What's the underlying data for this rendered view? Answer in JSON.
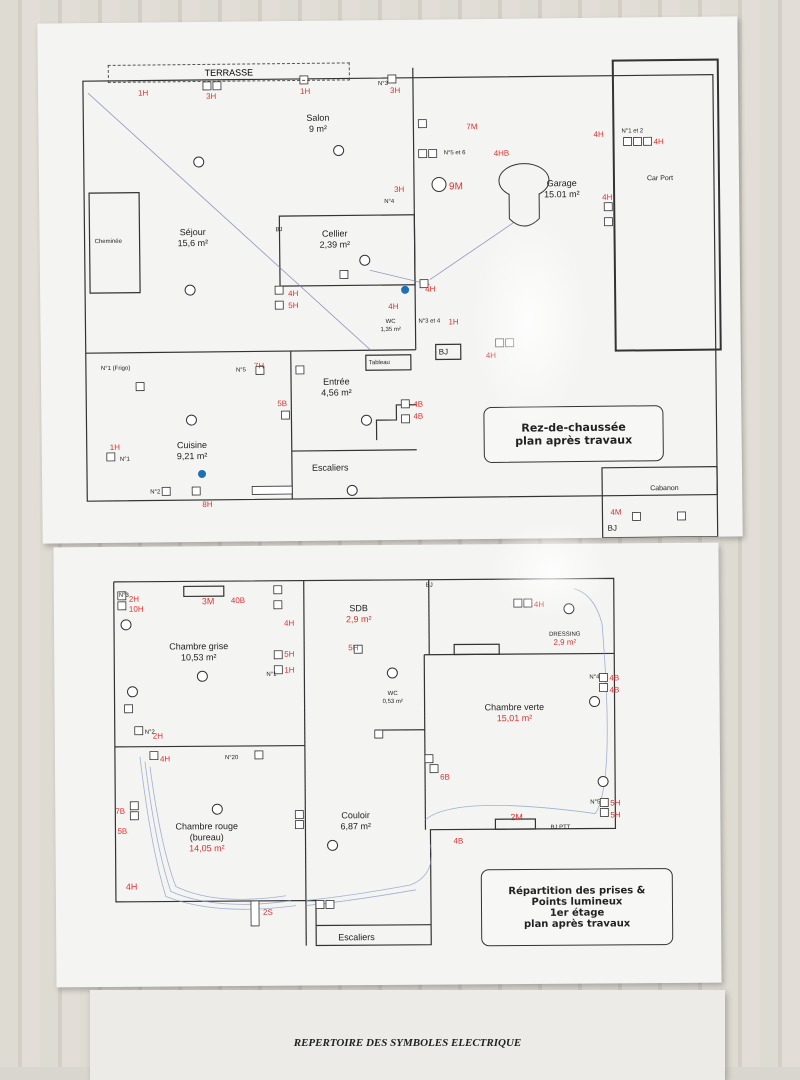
{
  "ground_floor": {
    "terrace": "TERRASSE",
    "rooms": [
      {
        "key": "salon",
        "name": "Salon",
        "area": "9 m²"
      },
      {
        "key": "sejour",
        "name": "Séjour",
        "area": "15,6 m²"
      },
      {
        "key": "cellier",
        "name": "Cellier",
        "area": "2,39 m²"
      },
      {
        "key": "garage",
        "name": "Garage",
        "area": "15.01 m²"
      },
      {
        "key": "carport",
        "name": "Car Port",
        "area": ""
      },
      {
        "key": "wc",
        "name": "WC",
        "area": "1,35 m²"
      },
      {
        "key": "entree",
        "name": "Entrée",
        "area": "4,56 m²"
      },
      {
        "key": "cuisine",
        "name": "Cuisine",
        "area": "9,21 m²"
      },
      {
        "key": "escaliers",
        "name": "Escaliers",
        "area": ""
      },
      {
        "key": "cabanon",
        "name": "Cabanon",
        "area": ""
      }
    ],
    "small_labels": {
      "cheminee": "Cheminée",
      "tableau": "Tableau",
      "bj1": "BJ",
      "bj2": "BJ",
      "bj3": "BJ",
      "n1_frigo": "N°1 (Frigo)",
      "n1": "N°1",
      "n2": "N°2",
      "n3": "N°3",
      "n4": "N°4",
      "n5": "N°5",
      "n1et2": "N°1 et 2",
      "n5et6": "N°5 et 6",
      "n3et4": "N°3 et 4"
    },
    "red_marks": [
      "3H",
      "1H",
      "1H",
      "3H",
      "7M",
      "4HB",
      "3H",
      "9M",
      "4H",
      "4H",
      "4H",
      "4H",
      "4H",
      "1H",
      "5H",
      "4H",
      "4H",
      "7H",
      "5B",
      "4B",
      "4B",
      "1H",
      "8H",
      "4M"
    ],
    "title_box": [
      "Rez-de-chaussée",
      "plan après travaux"
    ]
  },
  "first_floor": {
    "rooms": [
      {
        "key": "chambre_grise",
        "name": "Chambre grise",
        "area": "10,53 m²"
      },
      {
        "key": "sdb",
        "name": "SDB",
        "area": "2,9 m²"
      },
      {
        "key": "dressing",
        "name": "DRESSING",
        "area": "2,9 m²"
      },
      {
        "key": "wc2",
        "name": "WC",
        "area": "0,53 m²"
      },
      {
        "key": "chambre_verte",
        "name": "Chambre verte",
        "area": "15,01 m²"
      },
      {
        "key": "chambre_rouge",
        "name": "Chambre rouge",
        "area": "(bureau)"
      },
      {
        "key": "chambre_rouge_area",
        "name": "",
        "area": "14,05 m²"
      },
      {
        "key": "couloir",
        "name": "Couloir",
        "area": "6,87 m²"
      },
      {
        "key": "escaliers2",
        "name": "Escaliers",
        "area": ""
      }
    ],
    "small_labels": {
      "bj1": "BJ",
      "bj2": "BJ PTT",
      "n1": "N°1",
      "n2": "N°2",
      "n3": "N°3",
      "n4": "N°4",
      "n5": "N°5",
      "n20": "N°20"
    },
    "red_marks": [
      "2H",
      "10H",
      "3M",
      "40B",
      "4H",
      "5H",
      "5H",
      "1H",
      "4H",
      "2H",
      "4B",
      "4B",
      "5H",
      "5H",
      "6B",
      "2M",
      "4H",
      "4B",
      "4H",
      "2S",
      "7B",
      "5B"
    ],
    "title_box": [
      "Répartition des prises &",
      "Points lumineux",
      "1er étage",
      "plan après travaux"
    ]
  },
  "footer": {
    "title": "REPERTOIRE DES SYMBOLES ELECTRIQUE"
  }
}
